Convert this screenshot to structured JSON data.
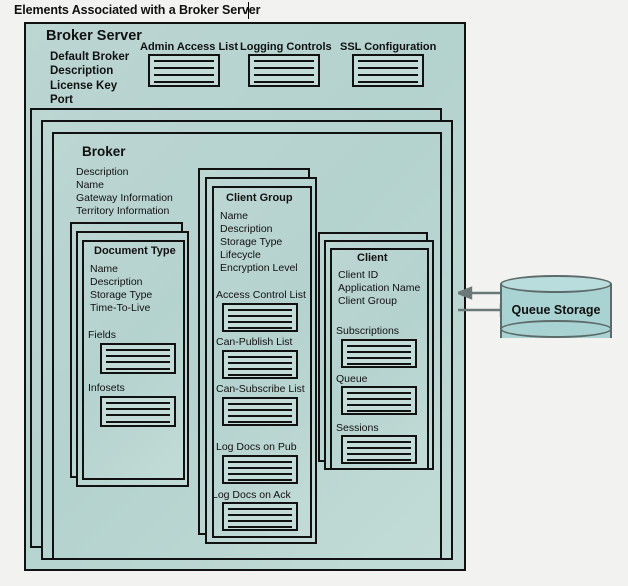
{
  "title": "Elements Associated with a Broker Server",
  "colors": {
    "panel_fill": "#b9d5d1",
    "listbox_fill": "#c4dcd8",
    "outline": "#111111",
    "cylinder_fill": "#a9d2d2",
    "cylinder_outline": "#5c6a6a",
    "page_background": "#f2f2f0",
    "arrow": "#5c6a6a"
  },
  "broker_server": {
    "title": "Broker Server",
    "attributes": [
      "Default Broker",
      "Description",
      "License Key",
      "Port"
    ],
    "lists": [
      {
        "label": "Admin Access List",
        "lines": 4
      },
      {
        "label": "Logging Controls",
        "lines": 4
      },
      {
        "label": "SSL Configuration",
        "lines": 4
      }
    ]
  },
  "broker": {
    "title": "Broker",
    "stack_count": 3,
    "attributes": [
      "Description",
      "Name",
      "Gateway Information",
      "Territory Information"
    ]
  },
  "document_type": {
    "title": "Document Type",
    "stack_count": 3,
    "attributes": [
      "Name",
      "Description",
      "Storage Type",
      "Time-To-Live"
    ],
    "lists": [
      {
        "label": "Fields",
        "lines": 4
      },
      {
        "label": "Infosets",
        "lines": 4
      }
    ]
  },
  "client_group": {
    "title": "Client Group",
    "stack_count": 3,
    "attributes": [
      "Name",
      "Description",
      "Storage Type",
      "Lifecycle",
      "Encryption Level"
    ],
    "lists": [
      {
        "label": "Access Control List",
        "lines": 4
      },
      {
        "label": "Can-Publish List",
        "lines": 4
      },
      {
        "label": "Can-Subscribe List",
        "lines": 4
      },
      {
        "label": "Log Docs on Pub",
        "lines": 4
      },
      {
        "label": "Log Docs on Ack",
        "lines": 4
      }
    ]
  },
  "client": {
    "title": "Client",
    "stack_count": 3,
    "attributes": [
      "Client ID",
      "Application Name",
      "Client Group"
    ],
    "lists": [
      {
        "label": "Subscriptions",
        "lines": 4
      },
      {
        "label": "Queue",
        "lines": 4
      },
      {
        "label": "Sessions",
        "lines": 4
      }
    ]
  },
  "queue_storage": {
    "label": "Queue Storage"
  },
  "connectors": [
    {
      "name": "storage-to-client-arrow",
      "direction": "left"
    },
    {
      "name": "client-to-storage-arrow",
      "direction": "right"
    }
  ]
}
